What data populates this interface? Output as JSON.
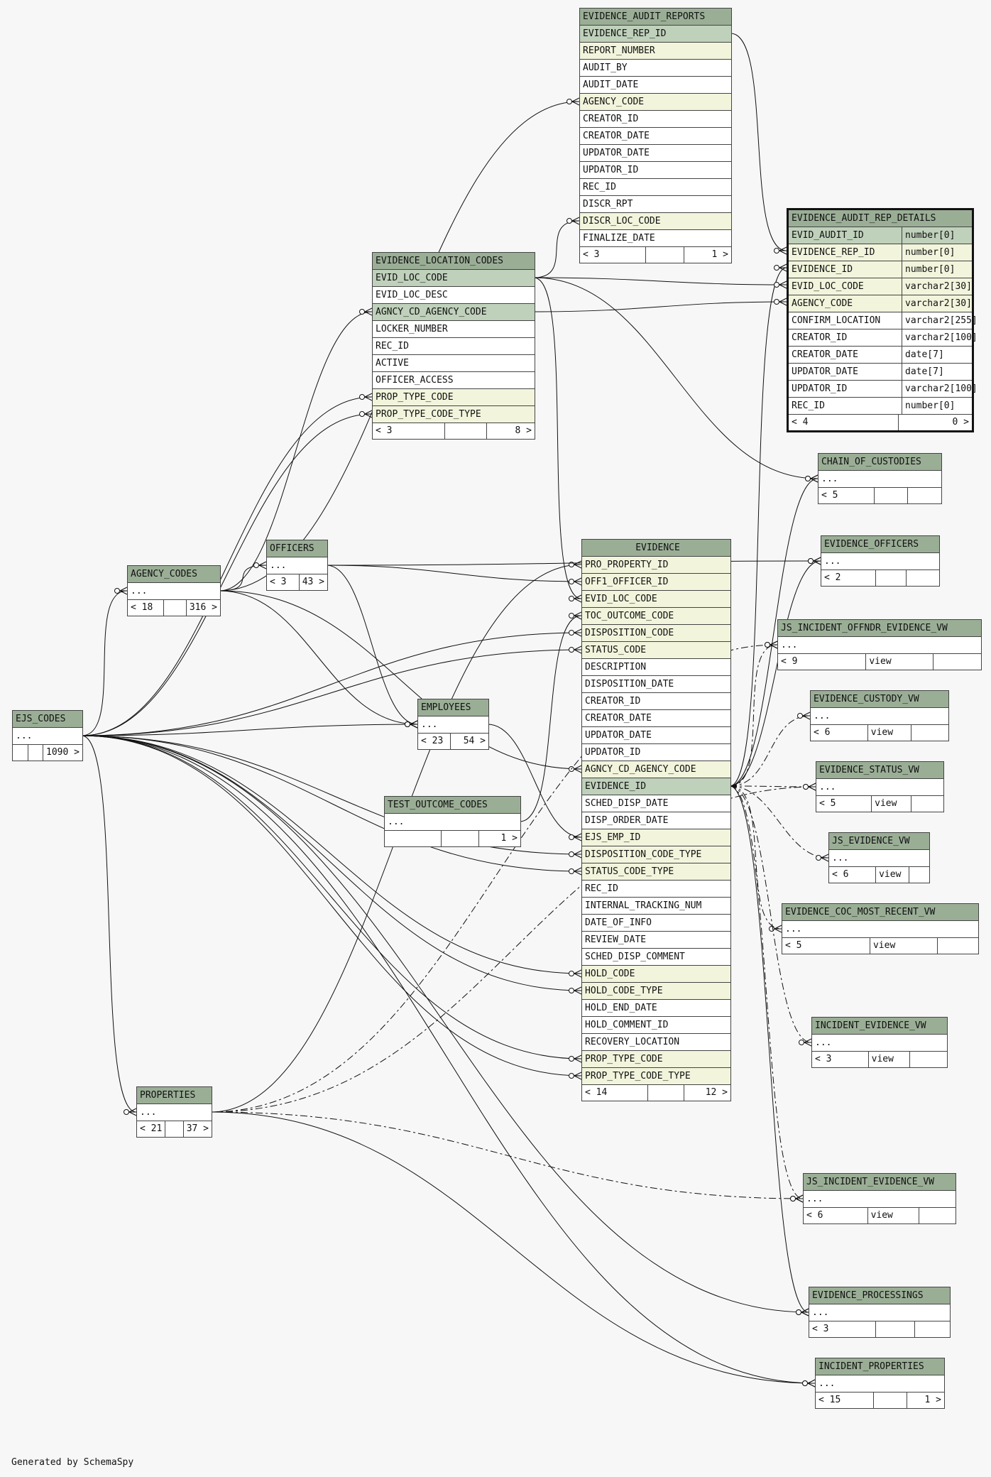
{
  "footer": {
    "generated": "Generated by SchemaSpy"
  },
  "tables": [
    {
      "id": "EVIDENCE_AUDIT_REPORTS",
      "name": "EVIDENCE_AUDIT_REPORTS",
      "columns": [
        {
          "name": "EVIDENCE_REP_ID",
          "kind": "pk"
        },
        {
          "name": "REPORT_NUMBER",
          "kind": "fk"
        },
        {
          "name": "AUDIT_BY"
        },
        {
          "name": "AUDIT_DATE"
        },
        {
          "name": "AGENCY_CODE",
          "kind": "fk"
        },
        {
          "name": "CREATOR_ID"
        },
        {
          "name": "CREATOR_DATE"
        },
        {
          "name": "UPDATOR_DATE"
        },
        {
          "name": "UPDATOR_ID"
        },
        {
          "name": "REC_ID"
        },
        {
          "name": "DISCR_RPT"
        },
        {
          "name": "DISCR_LOC_CODE",
          "kind": "fk"
        },
        {
          "name": "FINALIZE_DATE"
        }
      ],
      "footer": [
        "< 3",
        "",
        "1 >"
      ]
    },
    {
      "id": "EVIDENCE_AUDIT_REP_DETAILS",
      "name": "EVIDENCE_AUDIT_REP_DETAILS",
      "focus": true,
      "columns": [
        {
          "name": "EVID_AUDIT_ID",
          "kind": "pk",
          "type": "number[0]"
        },
        {
          "name": "EVIDENCE_REP_ID",
          "kind": "fk",
          "type": "number[0]"
        },
        {
          "name": "EVIDENCE_ID",
          "kind": "fk",
          "type": "number[0]"
        },
        {
          "name": "EVID_LOC_CODE",
          "kind": "fk",
          "type": "varchar2[30]"
        },
        {
          "name": "AGENCY_CODE",
          "kind": "fk",
          "type": "varchar2[30]"
        },
        {
          "name": "CONFIRM_LOCATION",
          "type": "varchar2[255]"
        },
        {
          "name": "CREATOR_ID",
          "type": "varchar2[100]"
        },
        {
          "name": "CREATOR_DATE",
          "type": "date[7]"
        },
        {
          "name": "UPDATOR_DATE",
          "type": "date[7]"
        },
        {
          "name": "UPDATOR_ID",
          "type": "varchar2[100]"
        },
        {
          "name": "REC_ID",
          "type": "number[0]"
        }
      ],
      "footer": [
        "< 4",
        "0 >"
      ]
    },
    {
      "id": "EVIDENCE_LOCATION_CODES",
      "name": "EVIDENCE_LOCATION_CODES",
      "columns": [
        {
          "name": "EVID_LOC_CODE",
          "kind": "pk"
        },
        {
          "name": "EVID_LOC_DESC"
        },
        {
          "name": "AGNCY_CD_AGENCY_CODE",
          "kind": "pk"
        },
        {
          "name": "LOCKER_NUMBER"
        },
        {
          "name": "REC_ID"
        },
        {
          "name": "ACTIVE"
        },
        {
          "name": "OFFICER_ACCESS"
        },
        {
          "name": "PROP_TYPE_CODE",
          "kind": "fk"
        },
        {
          "name": "PROP_TYPE_CODE_TYPE",
          "kind": "fk"
        }
      ],
      "footer": [
        "< 3",
        "",
        "8 >"
      ]
    },
    {
      "id": "CHAIN_OF_CUSTODIES",
      "name": "CHAIN_OF_CUSTODIES",
      "columns": [
        {
          "name": "..."
        }
      ],
      "footer": [
        "< 5",
        "",
        ""
      ]
    },
    {
      "id": "EVIDENCE_OFFICERS",
      "name": "EVIDENCE_OFFICERS",
      "columns": [
        {
          "name": "..."
        }
      ],
      "footer": [
        "< 2",
        "",
        ""
      ]
    },
    {
      "id": "OFFICERS",
      "name": "OFFICERS",
      "columns": [
        {
          "name": "..."
        }
      ],
      "footer": [
        "< 3",
        "43 >"
      ]
    },
    {
      "id": "AGENCY_CODES",
      "name": "AGENCY_CODES",
      "columns": [
        {
          "name": "..."
        }
      ],
      "footer": [
        "< 18",
        "",
        "316 >"
      ]
    },
    {
      "id": "EVIDENCE",
      "name": "EVIDENCE",
      "center": true,
      "columns": [
        {
          "name": "PRO_PROPERTY_ID",
          "kind": "fk"
        },
        {
          "name": "OFF1_OFFICER_ID",
          "kind": "fk"
        },
        {
          "name": "EVID_LOC_CODE",
          "kind": "fk"
        },
        {
          "name": "TOC_OUTCOME_CODE",
          "kind": "fk"
        },
        {
          "name": "DISPOSITION_CODE",
          "kind": "fk"
        },
        {
          "name": "STATUS_CODE",
          "kind": "fk"
        },
        {
          "name": "DESCRIPTION"
        },
        {
          "name": "DISPOSITION_DATE"
        },
        {
          "name": "CREATOR_ID"
        },
        {
          "name": "CREATOR_DATE"
        },
        {
          "name": "UPDATOR_DATE"
        },
        {
          "name": "UPDATOR_ID"
        },
        {
          "name": "AGNCY_CD_AGENCY_CODE",
          "kind": "fk"
        },
        {
          "name": "EVIDENCE_ID",
          "kind": "pk"
        },
        {
          "name": "SCHED_DISP_DATE"
        },
        {
          "name": "DISP_ORDER_DATE"
        },
        {
          "name": "EJS_EMP_ID",
          "kind": "fk"
        },
        {
          "name": "DISPOSITION_CODE_TYPE",
          "kind": "fk"
        },
        {
          "name": "STATUS_CODE_TYPE",
          "kind": "fk"
        },
        {
          "name": "REC_ID"
        },
        {
          "name": "INTERNAL_TRACKING_NUM"
        },
        {
          "name": "DATE_OF_INFO"
        },
        {
          "name": "REVIEW_DATE"
        },
        {
          "name": "SCHED_DISP_COMMENT"
        },
        {
          "name": "HOLD_CODE",
          "kind": "fk"
        },
        {
          "name": "HOLD_CODE_TYPE",
          "kind": "fk"
        },
        {
          "name": "HOLD_END_DATE"
        },
        {
          "name": "HOLD_COMMENT_ID"
        },
        {
          "name": "RECOVERY_LOCATION"
        },
        {
          "name": "PROP_TYPE_CODE",
          "kind": "fk"
        },
        {
          "name": "PROP_TYPE_CODE_TYPE",
          "kind": "fk"
        }
      ],
      "footer": [
        "< 14",
        "",
        "12 >"
      ]
    },
    {
      "id": "JS_INCIDENT_OFFNDR_EVIDENCE_VW",
      "name": "JS_INCIDENT_OFFNDR_EVIDENCE_VW",
      "columns": [
        {
          "name": "..."
        }
      ],
      "footer": [
        "< 9",
        "view",
        ""
      ]
    },
    {
      "id": "EVIDENCE_CUSTODY_VW",
      "name": "EVIDENCE_CUSTODY_VW",
      "columns": [
        {
          "name": "..."
        }
      ],
      "footer": [
        "< 6",
        "view",
        ""
      ]
    },
    {
      "id": "EJS_CODES",
      "name": "EJS_CODES",
      "columns": [
        {
          "name": "..."
        }
      ],
      "footer": [
        "",
        "",
        "1090 >"
      ]
    },
    {
      "id": "EMPLOYEES",
      "name": "EMPLOYEES",
      "columns": [
        {
          "name": "..."
        }
      ],
      "footer": [
        "< 23",
        "54 >"
      ]
    },
    {
      "id": "EVIDENCE_STATUS_VW",
      "name": "EVIDENCE_STATUS_VW",
      "columns": [
        {
          "name": "..."
        }
      ],
      "footer": [
        "< 5",
        "view",
        ""
      ]
    },
    {
      "id": "TEST_OUTCOME_CODES",
      "name": "TEST_OUTCOME_CODES",
      "columns": [
        {
          "name": "..."
        }
      ],
      "footer": [
        "",
        "",
        "1 >"
      ]
    },
    {
      "id": "JS_EVIDENCE_VW",
      "name": "JS_EVIDENCE_VW",
      "columns": [
        {
          "name": "..."
        }
      ],
      "footer": [
        "< 6",
        "view",
        ""
      ]
    },
    {
      "id": "EVIDENCE_COC_MOST_RECENT_VW",
      "name": "EVIDENCE_COC_MOST_RECENT_VW",
      "columns": [
        {
          "name": "..."
        }
      ],
      "footer": [
        "< 5",
        "view",
        ""
      ]
    },
    {
      "id": "INCIDENT_EVIDENCE_VW",
      "name": "INCIDENT_EVIDENCE_VW",
      "columns": [
        {
          "name": "..."
        }
      ],
      "footer": [
        "< 3",
        "view",
        ""
      ]
    },
    {
      "id": "PROPERTIES",
      "name": "PROPERTIES",
      "columns": [
        {
          "name": "..."
        }
      ],
      "footer": [
        "< 21",
        "",
        "37 >"
      ]
    },
    {
      "id": "JS_INCIDENT_EVIDENCE_VW",
      "name": "JS_INCIDENT_EVIDENCE_VW",
      "columns": [
        {
          "name": "..."
        }
      ],
      "footer": [
        "< 6",
        "view",
        ""
      ]
    },
    {
      "id": "EVIDENCE_PROCESSINGS",
      "name": "EVIDENCE_PROCESSINGS",
      "columns": [
        {
          "name": "..."
        }
      ],
      "footer": [
        "< 3",
        "",
        ""
      ]
    },
    {
      "id": "INCIDENT_PROPERTIES",
      "name": "INCIDENT_PROPERTIES",
      "columns": [
        {
          "name": "..."
        }
      ],
      "footer": [
        "< 15",
        "",
        "1 >"
      ]
    }
  ],
  "relations": [
    {
      "from": "EVIDENCE_AUDIT_REPORTS.EVIDENCE_REP_ID",
      "to": "EVIDENCE_AUDIT_REP_DETAILS.EVIDENCE_REP_ID"
    },
    {
      "from": "EVIDENCE.EVIDENCE_ID",
      "to": "EVIDENCE_AUDIT_REP_DETAILS.EVIDENCE_ID"
    },
    {
      "from": "EVIDENCE_LOCATION_CODES.EVID_LOC_CODE",
      "to": "EVIDENCE_AUDIT_REP_DETAILS.EVID_LOC_CODE"
    },
    {
      "from": "EVIDENCE_LOCATION_CODES.AGNCY_CD_AGENCY_CODE",
      "to": "EVIDENCE_AUDIT_REP_DETAILS.AGENCY_CODE"
    },
    {
      "from": "AGENCY_CODES",
      "to": "EVIDENCE_AUDIT_REPORTS.AGENCY_CODE"
    },
    {
      "from": "EVIDENCE_LOCATION_CODES.EVID_LOC_CODE",
      "to": "EVIDENCE_AUDIT_REPORTS.DISCR_LOC_CODE"
    },
    {
      "from": "AGENCY_CODES",
      "to": "EVIDENCE_LOCATION_CODES.AGNCY_CD_AGENCY_CODE"
    },
    {
      "from": "EJS_CODES",
      "to": "EVIDENCE_LOCATION_CODES.PROP_TYPE_CODE"
    },
    {
      "from": "EJS_CODES",
      "to": "EVIDENCE_LOCATION_CODES.PROP_TYPE_CODE_TYPE"
    },
    {
      "from": "PROPERTIES",
      "to": "EVIDENCE.PRO_PROPERTY_ID"
    },
    {
      "from": "OFFICERS",
      "to": "EVIDENCE.OFF1_OFFICER_ID"
    },
    {
      "from": "EVIDENCE_LOCATION_CODES.EVID_LOC_CODE",
      "to": "EVIDENCE.EVID_LOC_CODE"
    },
    {
      "from": "TEST_OUTCOME_CODES",
      "to": "EVIDENCE.TOC_OUTCOME_CODE"
    },
    {
      "from": "EJS_CODES",
      "to": "EVIDENCE.DISPOSITION_CODE"
    },
    {
      "from": "EJS_CODES",
      "to": "EVIDENCE.STATUS_CODE"
    },
    {
      "from": "AGENCY_CODES",
      "to": "EVIDENCE.AGNCY_CD_AGENCY_CODE"
    },
    {
      "from": "EMPLOYEES",
      "to": "EVIDENCE.EJS_EMP_ID"
    },
    {
      "from": "EJS_CODES",
      "to": "EVIDENCE.DISPOSITION_CODE_TYPE"
    },
    {
      "from": "EJS_CODES",
      "to": "EVIDENCE.STATUS_CODE_TYPE"
    },
    {
      "from": "EJS_CODES",
      "to": "EVIDENCE.HOLD_CODE"
    },
    {
      "from": "EJS_CODES",
      "to": "EVIDENCE.HOLD_CODE_TYPE"
    },
    {
      "from": "EJS_CODES",
      "to": "EVIDENCE.PROP_TYPE_CODE"
    },
    {
      "from": "EJS_CODES",
      "to": "EVIDENCE.PROP_TYPE_CODE_TYPE"
    },
    {
      "from": "AGENCY_CODES",
      "to": "OFFICERS"
    },
    {
      "from": "EJS_CODES",
      "to": "AGENCY_CODES"
    },
    {
      "from": "EJS_CODES",
      "to": "EMPLOYEES"
    },
    {
      "from": "AGENCY_CODES",
      "to": "EMPLOYEES"
    },
    {
      "from": "OFFICERS",
      "to": "EMPLOYEES"
    },
    {
      "from": "EJS_CODES",
      "to": "PROPERTIES"
    },
    {
      "from": "EVIDENCE.EVIDENCE_ID",
      "to": "CHAIN_OF_CUSTODIES"
    },
    {
      "from": "EVIDENCE_LOCATION_CODES.EVID_LOC_CODE",
      "to": "CHAIN_OF_CUSTODIES"
    },
    {
      "from": "EVIDENCE.EVIDENCE_ID",
      "to": "EVIDENCE_OFFICERS"
    },
    {
      "from": "OFFICERS",
      "to": "EVIDENCE_OFFICERS"
    },
    {
      "from": "EVIDENCE.EVIDENCE_ID",
      "to": "JS_INCIDENT_OFFNDR_EVIDENCE_VW",
      "dashed": true
    },
    {
      "from": "EVIDENCE.EVIDENCE_ID",
      "to": "EVIDENCE_CUSTODY_VW",
      "dashed": true
    },
    {
      "from": "EVIDENCE.EVIDENCE_ID",
      "to": "EVIDENCE_STATUS_VW",
      "dashed": true
    },
    {
      "from": "EVIDENCE.EVIDENCE_ID",
      "to": "JS_EVIDENCE_VW",
      "dashed": true
    },
    {
      "from": "EVIDENCE.EVIDENCE_ID",
      "to": "EVIDENCE_COC_MOST_RECENT_VW",
      "dashed": true
    },
    {
      "from": "EVIDENCE.EVIDENCE_ID",
      "to": "INCIDENT_EVIDENCE_VW",
      "dashed": true
    },
    {
      "from": "EVIDENCE.EVIDENCE_ID",
      "to": "JS_INCIDENT_EVIDENCE_VW",
      "dashed": true
    },
    {
      "from": "PROPERTIES",
      "to": "JS_INCIDENT_EVIDENCE_VW",
      "dashed": true
    },
    {
      "from": "PROPERTIES",
      "to": "JS_INCIDENT_OFFNDR_EVIDENCE_VW",
      "dashed": true
    },
    {
      "from": "PROPERTIES",
      "to": "EVIDENCE_STATUS_VW",
      "dashed": true
    },
    {
      "from": "EVIDENCE.EVIDENCE_ID",
      "to": "EVIDENCE_PROCESSINGS"
    },
    {
      "from": "EJS_CODES",
      "to": "EVIDENCE_PROCESSINGS"
    },
    {
      "from": "PROPERTIES",
      "to": "INCIDENT_PROPERTIES"
    },
    {
      "from": "EJS_CODES",
      "to": "INCIDENT_PROPERTIES"
    }
  ]
}
